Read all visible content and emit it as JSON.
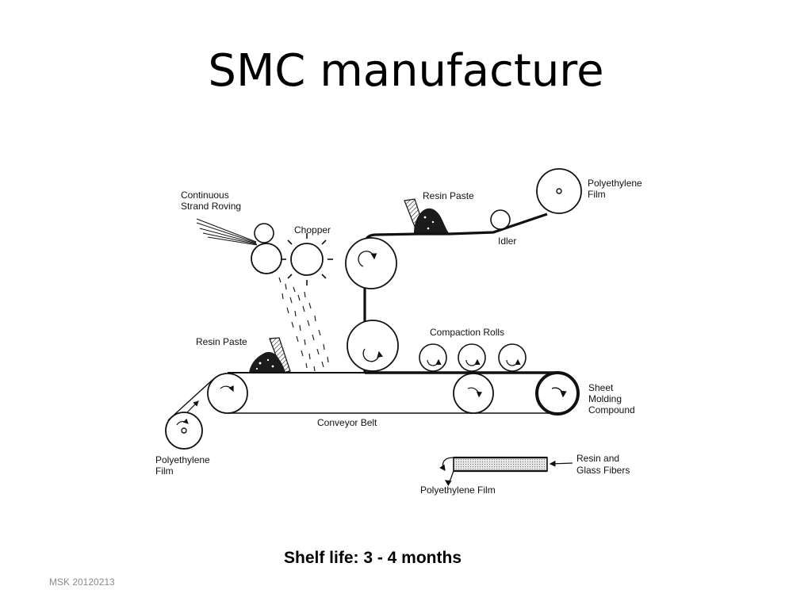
{
  "slide": {
    "title": "SMC manufacture",
    "shelf_life": "Shelf life: 3 - 4 months",
    "footer": "MSK 20120213"
  },
  "diagram": {
    "labels": {
      "continuous_roving_1": "Continuous",
      "continuous_roving_2": "Strand Roving",
      "chopper": "Chopper",
      "resin_paste_top": "Resin Paste",
      "polyethylene_film_top_1": "Polyethylene",
      "polyethylene_film_top_2": "Film",
      "idler": "Idler",
      "resin_paste_left": "Resin Paste",
      "compaction_rolls": "Compaction Rolls",
      "sheet_molding_1": "Sheet",
      "sheet_molding_2": "Molding",
      "sheet_molding_3": "Compound",
      "conveyor_belt": "Conveyor Belt",
      "polyethylene_film_bottom_1": "Polyethylene",
      "polyethylene_film_bottom_2": "Film",
      "resin_glass_1": "Resin and",
      "resin_glass_2": "Glass Fibers",
      "polyethylene_film_detail": "Polyethylene Film"
    }
  }
}
